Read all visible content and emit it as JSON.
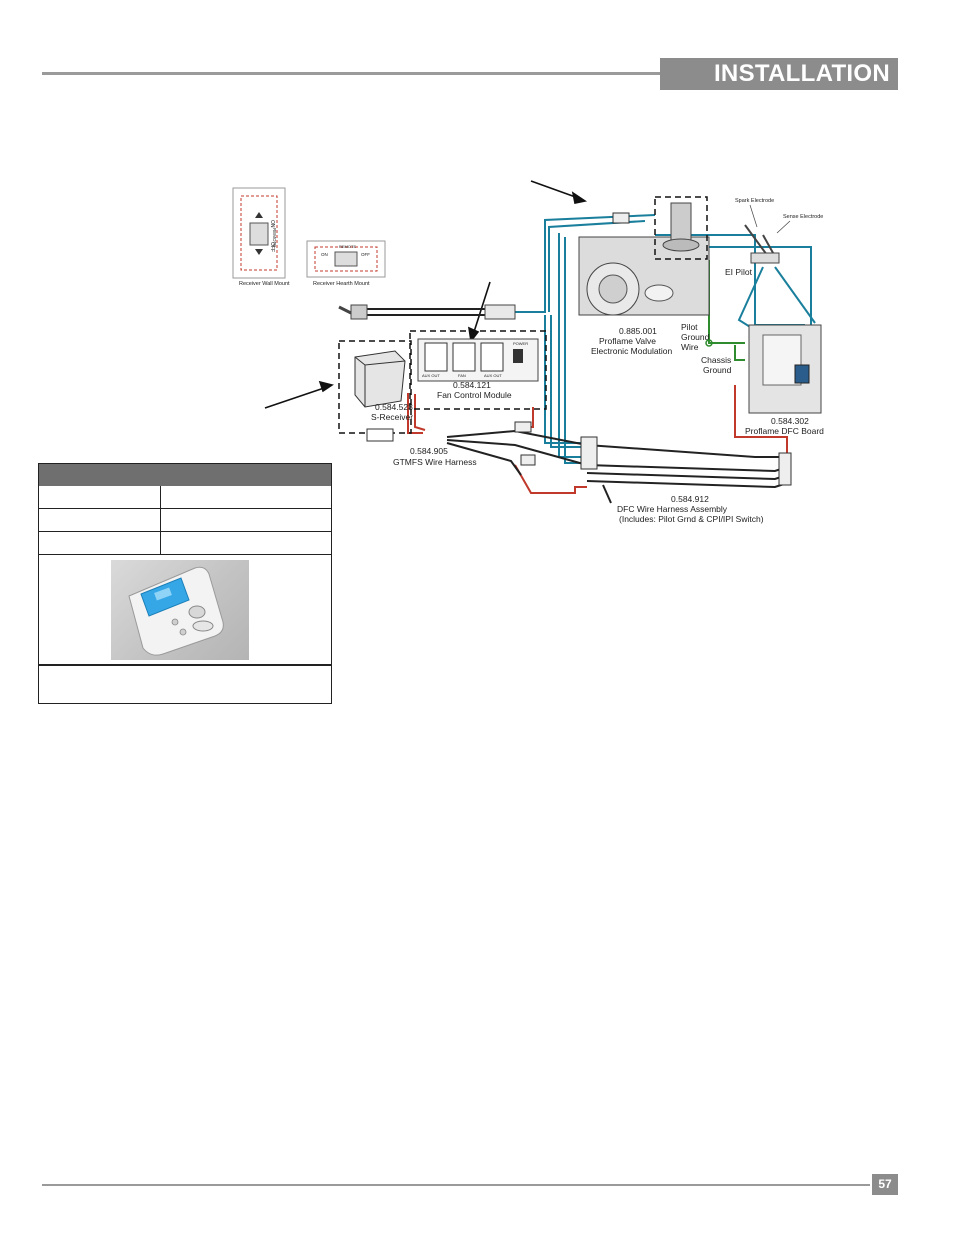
{
  "header": {
    "section_title": "INSTALLATION"
  },
  "footer": {
    "page_number": "57"
  },
  "spec_table": {
    "header": "",
    "rows": [
      {
        "label": "",
        "value": ""
      },
      {
        "label": "",
        "value": ""
      },
      {
        "label": "",
        "value": ""
      }
    ],
    "caption": ""
  },
  "diagram": {
    "receiver_wall_mount": "Receiver Wall Mount",
    "receiver_hearth_mount": "Receiver Hearth Mount",
    "switch_on": "ON",
    "switch_remote": "REMOTE",
    "switch_off": "OFF",
    "spark_electrode": "Spark Electrode",
    "sense_electrode": "Sense Electrode",
    "ei_pilot": "EI Pilot",
    "valve_part": "0.885.001",
    "valve_name": "Proflame Valve",
    "valve_desc": "Electronic Modulation",
    "pilot_ground_1": "Pilot",
    "pilot_ground_2": "Ground",
    "pilot_ground_3": "Wire",
    "chassis_1": "Chassis",
    "chassis_2": "Ground",
    "fan_module_part": "0.584.121",
    "fan_module_name": "Fan Control Module",
    "fan_outlet_1": "AUX OUT",
    "fan_outlet_2": "FAN",
    "fan_outlet_3": "AUX OUT",
    "fan_power": "POWER",
    "receiver_part": "0.584.523",
    "receiver_name": "S-Receiver",
    "gtmfs_part": "0.584.905",
    "gtmfs_name": "GTMFS Wire Harness",
    "dfc_board_part": "0.584.302",
    "dfc_board_name": "Proflame DFC Board",
    "dfc_harness_part": "0.584.912",
    "dfc_harness_name": "DFC Wire Harness Assembly",
    "dfc_harness_note": "(Includes: Pilot Grnd & CPI/IPI Switch)"
  }
}
